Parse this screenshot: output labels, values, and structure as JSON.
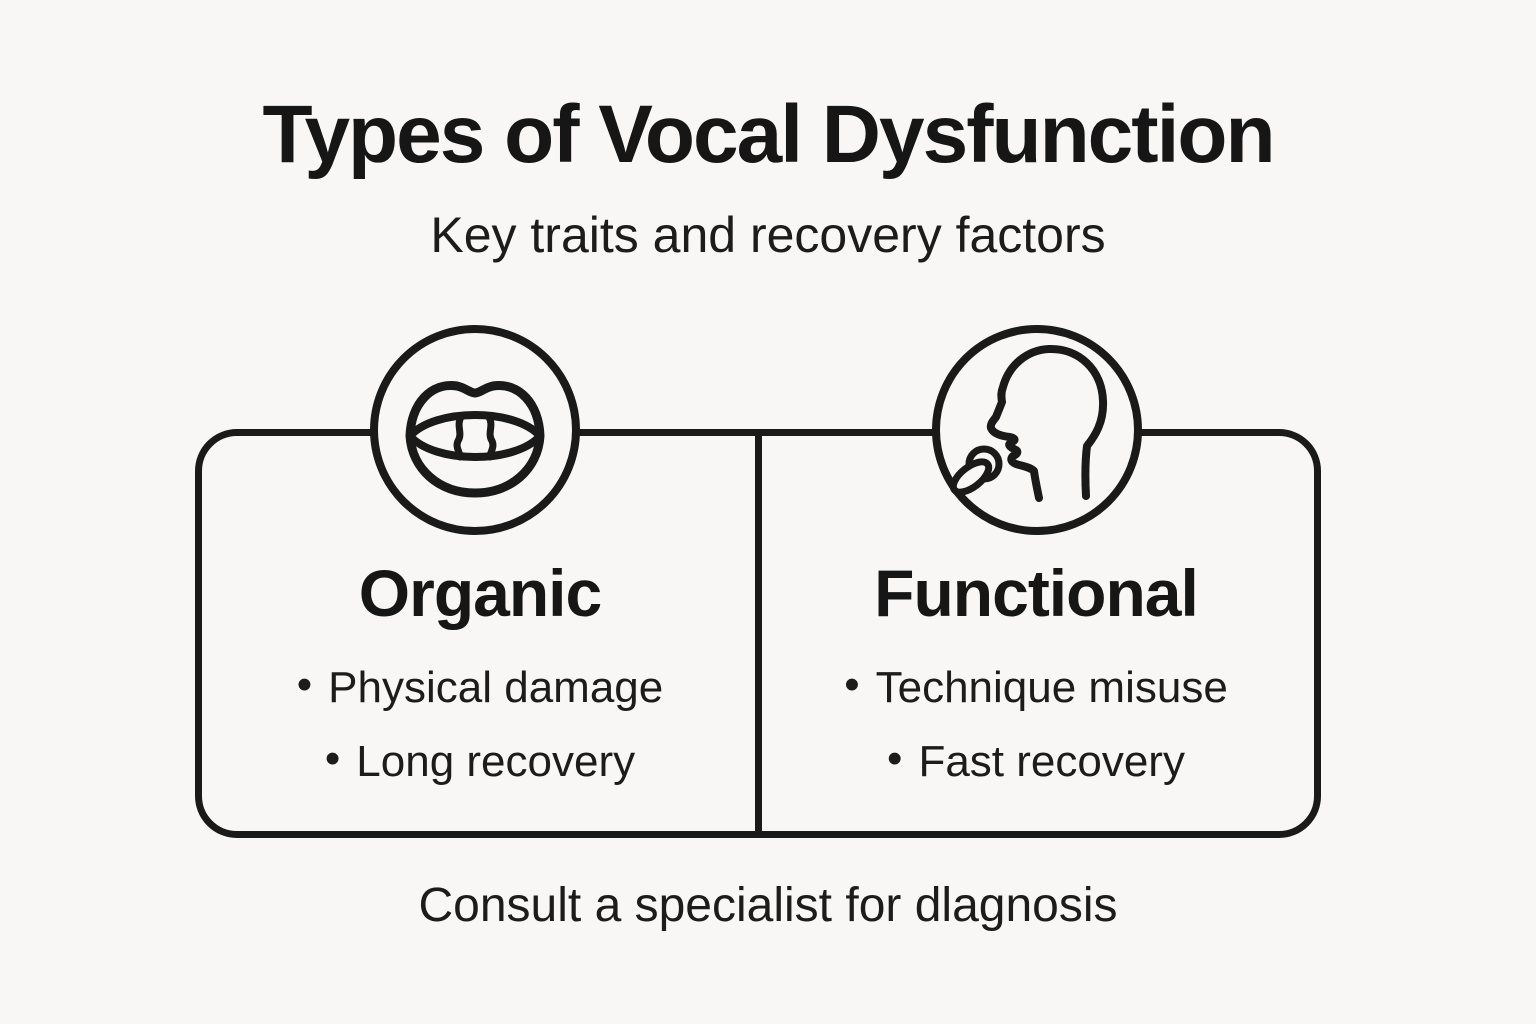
{
  "page": {
    "background_color": "#f8f7f5",
    "ink_color": "#1a1a1a",
    "bullet_char": "•"
  },
  "header": {
    "title": "Types of Vocal Dysfunction",
    "subtitle": "Key traits and recovery factors"
  },
  "cards": [
    {
      "icon": "mouth-vocal-folds-icon",
      "title": "Organic",
      "bullets": [
        "Physical damage",
        "Long recovery"
      ]
    },
    {
      "icon": "head-profile-microphone-icon",
      "title": "Functional",
      "bullets": [
        "Technique misuse",
        "Fast recovery"
      ]
    }
  ],
  "footer": {
    "note": "Consult a specialist for dlagnosis"
  }
}
